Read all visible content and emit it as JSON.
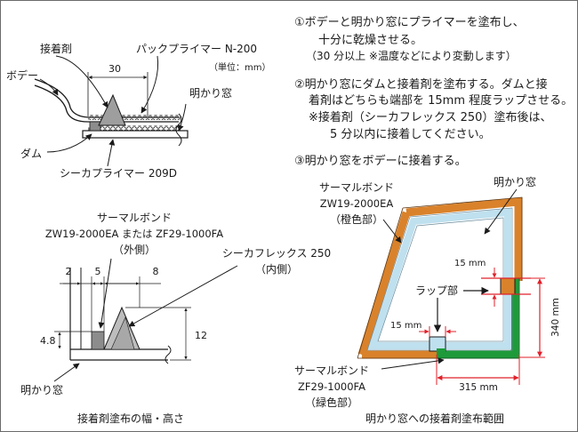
{
  "colors": {
    "accent_orange": "#d9822b",
    "accent_green": "#1e9a3a",
    "glass_blue": "#bfe0ee",
    "dimension_red": "#e0202a",
    "gray_fill": "#9a9a9a",
    "line": "#1a1a1a"
  },
  "instructions": {
    "step1_line1": "①ボデーと明かり窓にプライマーを塗布し、",
    "step1_line2": "十分に乾燥させる。",
    "step1_line3": "（30 分以上 ※温度などにより変動します）",
    "step2_line1": "②明かり窓にダムと接着剤を塗布する。ダムと接",
    "step2_line2": "着剤はどちらも端部を 15mm 程度ラップさせる。",
    "step2_line3": "※接着剤（シーカフレックス 250）塗布後は、",
    "step2_line4": "5 分以内に接着してください。",
    "step3_line1": "③明かり窓をボデーに接着する。"
  },
  "cross_section": {
    "adhesive": "接着剤",
    "pack_primer": "パックプライマー N-200",
    "body": "ボデー",
    "dim_30": "30",
    "unit": "（単位：mm）",
    "window": "明かり窓",
    "dam": "ダム",
    "sika_primer": "シーカプライマー 209D"
  },
  "width_diagram": {
    "thermal_label": "サーマルボンド",
    "thermal_models": "ZW19-2000EA または ZF29-1000FA",
    "thermal_outer": "（外側）",
    "sikaflex_label": "シーカフレックス 250",
    "sikaflex_inner": "（内側）",
    "dim_2": "2",
    "dim_5": "5",
    "dim_8": "8",
    "dim_4_8": "4.8",
    "dim_12": "12",
    "window": "明かり窓",
    "caption": "接着剤塗布の幅・高さ"
  },
  "layout_diagram": {
    "thermal_top_1": "サーマルボンド",
    "thermal_top_2": "ZW19-2000EA",
    "thermal_top_3": "（橙色部）",
    "window": "明かり窓",
    "dim_15_top": "15 mm",
    "lap": "ラップ部",
    "dim_15_bottom": "15 mm",
    "dim_340": "340 mm",
    "dim_315": "315 mm",
    "thermal_bottom_1": "サーマルボンド",
    "thermal_bottom_2": "ZF29-1000FA",
    "thermal_bottom_3": "（緑色部）",
    "caption": "明かり窓への接着剤塗布範囲"
  }
}
